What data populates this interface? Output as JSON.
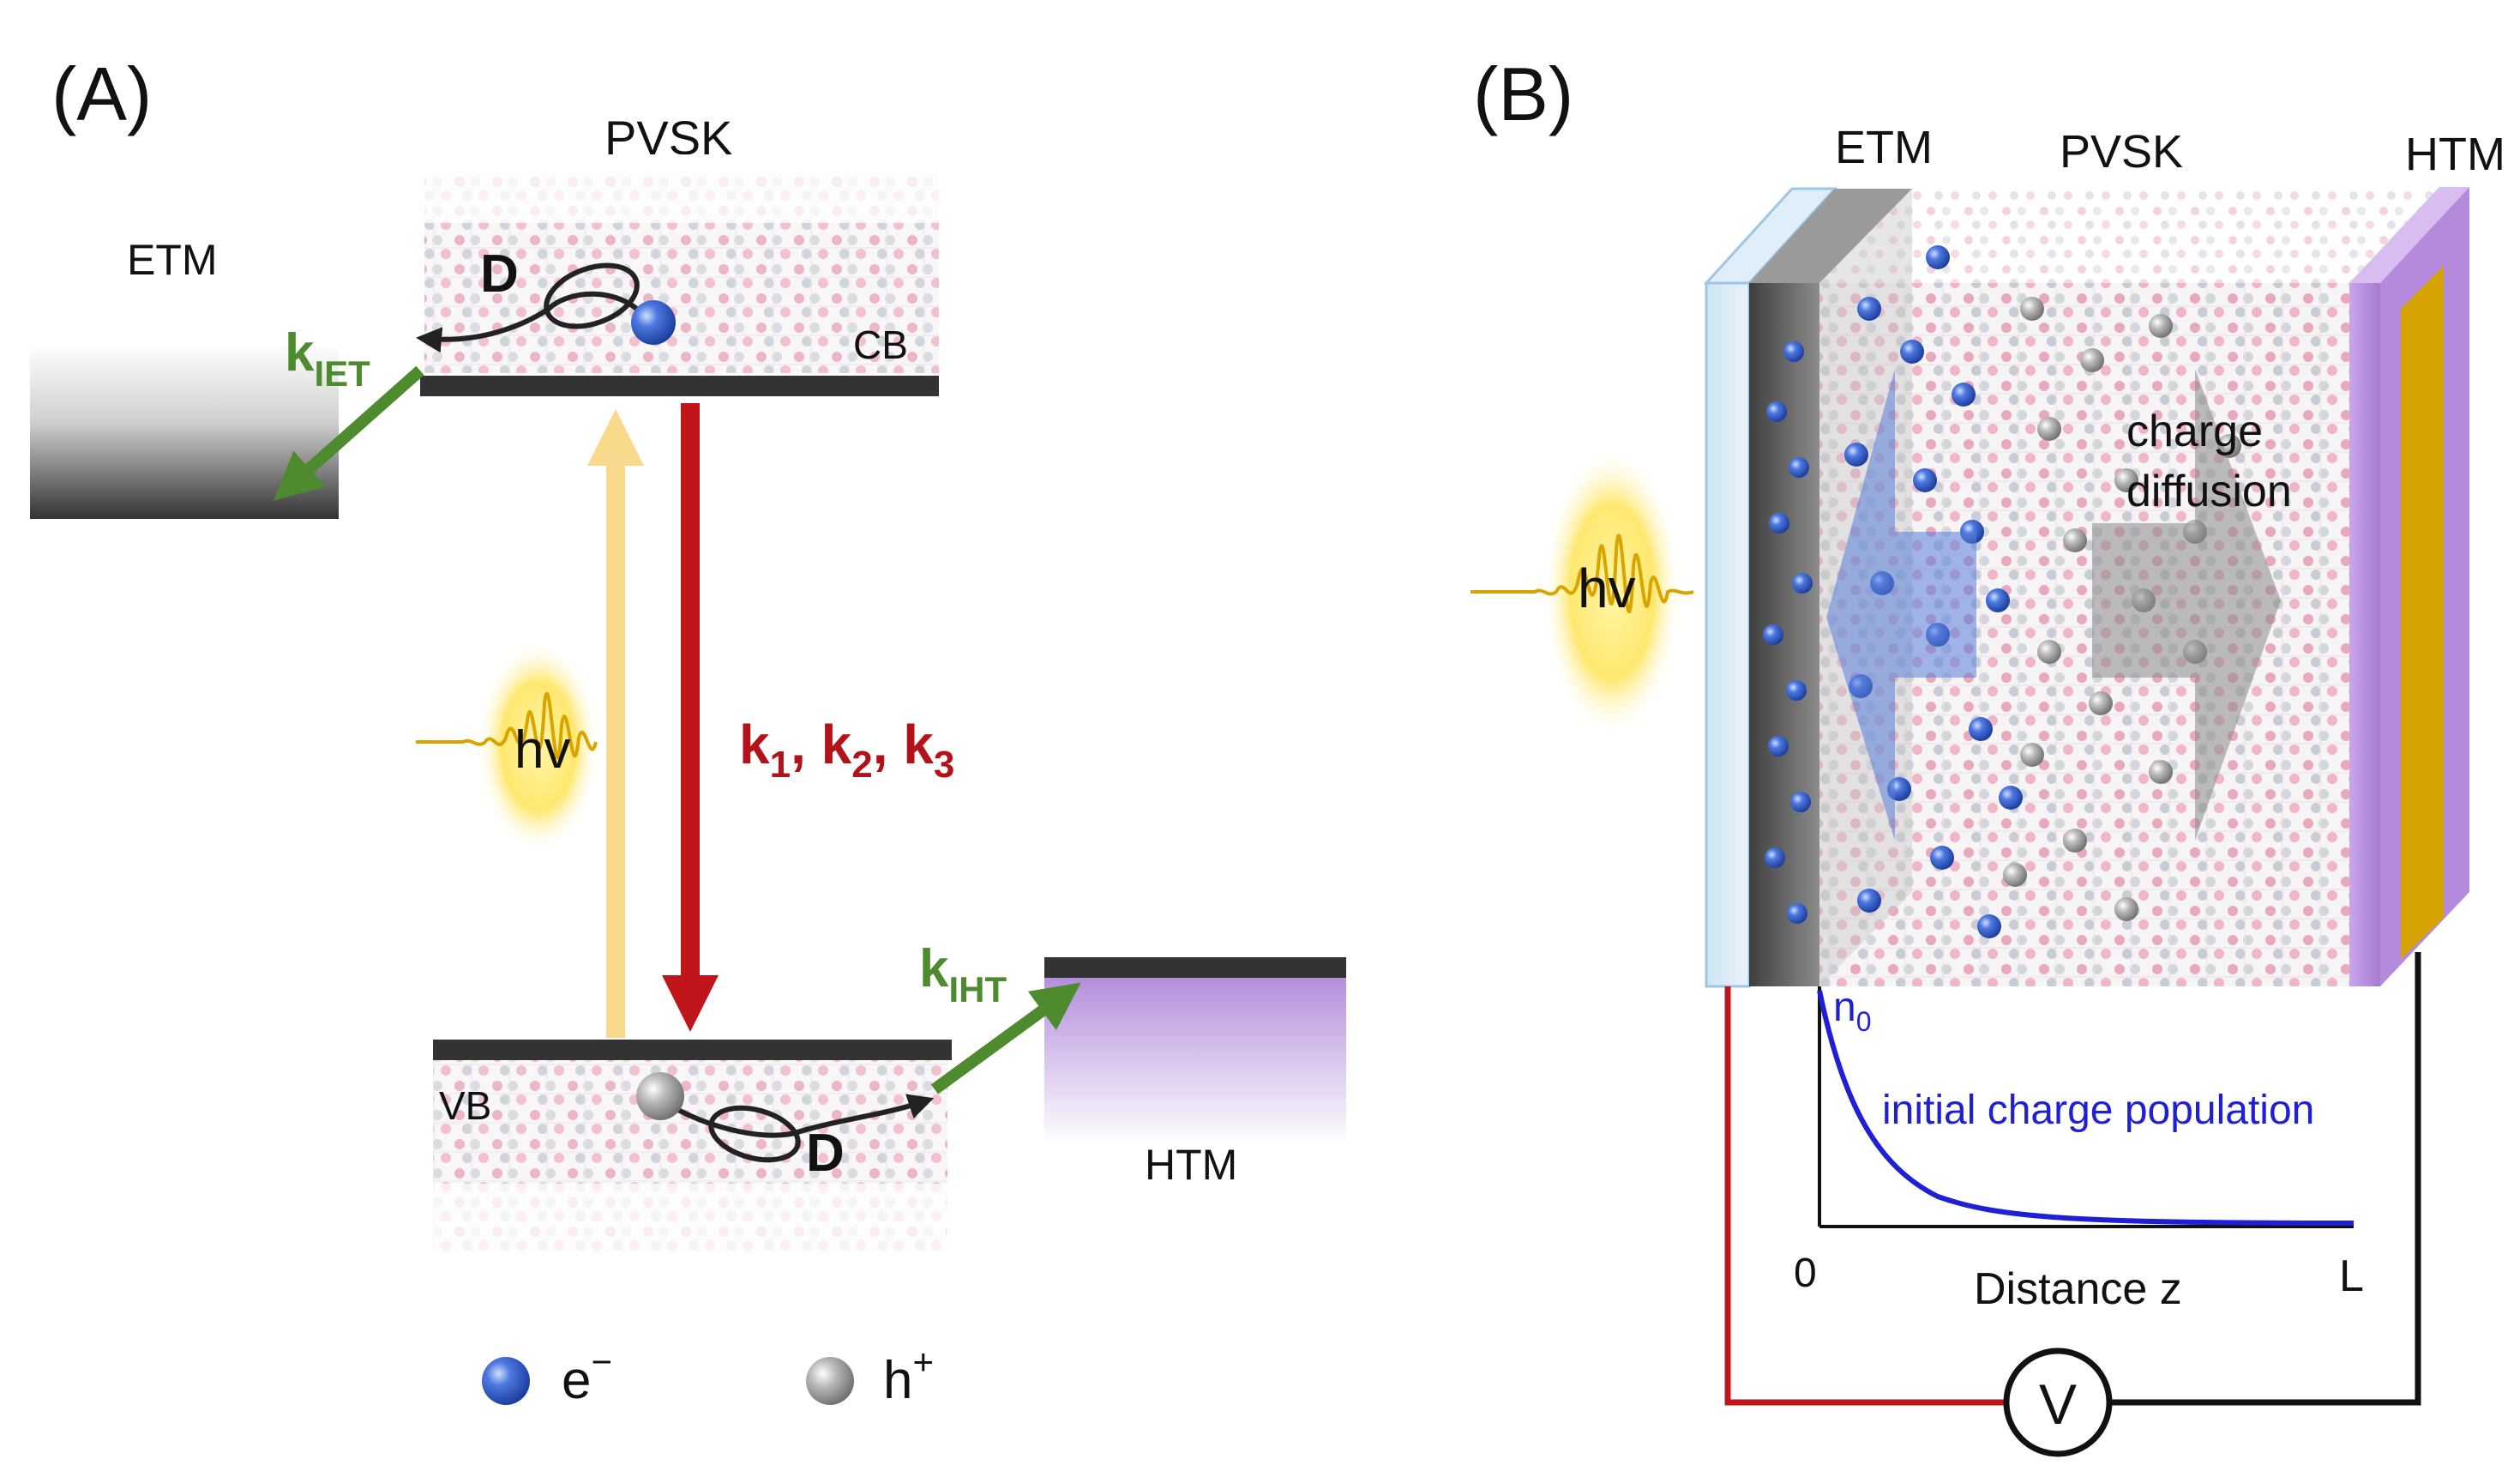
{
  "panel_a": {
    "label": "(A)",
    "pvsk": "PVSK",
    "etm": "ETM",
    "htm": "HTM",
    "cb": "CB",
    "vb": "VB",
    "d_cb": "D",
    "d_vb": "D",
    "k_iet_main": "k",
    "k_iet_sub": "IET",
    "k_iht_main": "k",
    "k_iht_sub": "IHT",
    "hv": "hv",
    "k_rates": {
      "k1_main": "k",
      "k1_sub": "1",
      "sep1": ", ",
      "k2_main": "k",
      "k2_sub": "2",
      "sep2": ", ",
      "k3_main": "k",
      "k3_sub": "3"
    },
    "legend_electron": "e",
    "legend_electron_sup": "−",
    "legend_hole": "h",
    "legend_hole_sup": "+"
  },
  "panel_b": {
    "label": "(B)",
    "etm": "ETM",
    "pvsk": "PVSK",
    "htm": "HTM",
    "hv": "hv",
    "charge_diffusion_1": "charge",
    "charge_diffusion_2": "diffusion",
    "n0_main": "n",
    "n0_sub": "0",
    "initial_population": "initial charge population",
    "axis_zero": "0",
    "axis_label": "Distance z",
    "axis_end": "L",
    "voltmeter": "V"
  },
  "colors": {
    "green_arrow": "#4e8a2e",
    "red_arrow": "#c0151b",
    "k_rates": "#b4121b",
    "hv_arrow": "#f9d98c",
    "curve": "#1f1fd6",
    "wire_red": "#c0151b",
    "wire_black": "#111111",
    "htm_purple": "#b88fdc",
    "gold": "#d7a300",
    "electron": "#2b56c8",
    "hole": "#9a9a9a"
  }
}
